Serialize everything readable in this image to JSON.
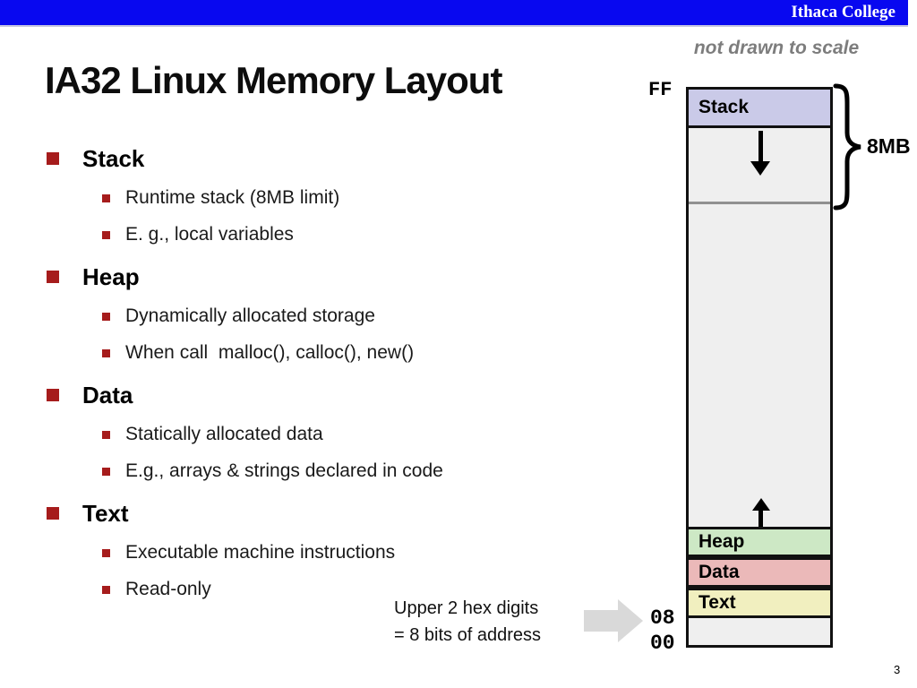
{
  "header": {
    "brand": "Ithaca College"
  },
  "slide": {
    "title": "IA32 Linux Memory Layout",
    "note": "not drawn to scale",
    "page_number": "3"
  },
  "bullets": [
    {
      "label": "Stack",
      "subs": [
        "Runtime stack (8MB limit)",
        "E. g., local variables"
      ]
    },
    {
      "label": "Heap",
      "subs": [
        "Dynamically allocated storage",
        "When call  malloc(), calloc(), new()"
      ]
    },
    {
      "label": "Data",
      "subs": [
        "Statically allocated data",
        "E.g., arrays & strings declared in code"
      ]
    },
    {
      "label": "Text",
      "subs": [
        "Executable machine instructions",
        "Read-only"
      ]
    }
  ],
  "annotation": {
    "line1": "Upper 2 hex digits",
    "line2": "= 8 bits of address"
  },
  "diagram": {
    "top_address": "FF",
    "bottom_address_1": "08",
    "bottom_address_2": "00",
    "brace_label": "8MB",
    "segments": [
      {
        "name": "Stack",
        "fill": "#cacae8"
      },
      {
        "name": "Heap",
        "fill": "#cde8c5"
      },
      {
        "name": "Data",
        "fill": "#ebb9b9"
      },
      {
        "name": "Text",
        "fill": "#f1efbf"
      }
    ],
    "region_fill": "#efefef"
  },
  "colors": {
    "header_blue": "#0808f0",
    "bullet_red": "#a61c1c",
    "note_gray": "#7d7d7d",
    "block_arrow_gray": "#d9d9d9"
  }
}
